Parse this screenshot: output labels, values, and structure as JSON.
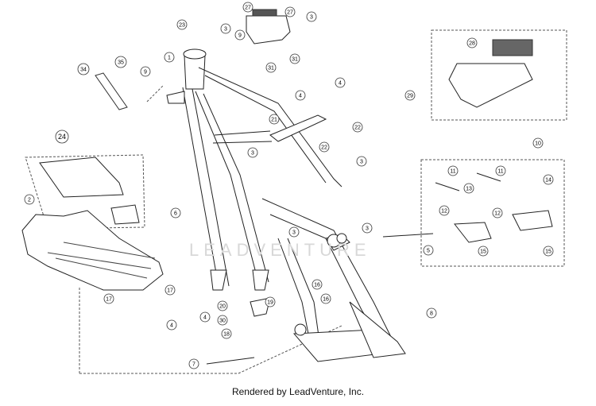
{
  "callouts": [
    {
      "id": "c1",
      "label": "1"
    },
    {
      "id": "c2",
      "label": "2"
    },
    {
      "id": "c3a",
      "label": "3"
    },
    {
      "id": "c3b",
      "label": "3"
    },
    {
      "id": "c3c",
      "label": "3"
    },
    {
      "id": "c3d",
      "label": "3"
    },
    {
      "id": "c3e",
      "label": "3"
    },
    {
      "id": "c3f",
      "label": "3"
    },
    {
      "id": "c4a",
      "label": "4"
    },
    {
      "id": "c4b",
      "label": "4"
    },
    {
      "id": "c4c",
      "label": "4"
    },
    {
      "id": "c4d",
      "label": "4"
    },
    {
      "id": "c5",
      "label": "5"
    },
    {
      "id": "c6",
      "label": "6"
    },
    {
      "id": "c7",
      "label": "7"
    },
    {
      "id": "c8",
      "label": "8"
    },
    {
      "id": "c9a",
      "label": "9"
    },
    {
      "id": "c9b",
      "label": "9"
    },
    {
      "id": "c10",
      "label": "10"
    },
    {
      "id": "c11a",
      "label": "11"
    },
    {
      "id": "c11b",
      "label": "11"
    },
    {
      "id": "c12a",
      "label": "12"
    },
    {
      "id": "c12b",
      "label": "12"
    },
    {
      "id": "c13",
      "label": "13"
    },
    {
      "id": "c14",
      "label": "14"
    },
    {
      "id": "c15a",
      "label": "15"
    },
    {
      "id": "c15b",
      "label": "15"
    },
    {
      "id": "c16a",
      "label": "16"
    },
    {
      "id": "c16b",
      "label": "16"
    },
    {
      "id": "c17a",
      "label": "17"
    },
    {
      "id": "c17b",
      "label": "17"
    },
    {
      "id": "c18",
      "label": "18"
    },
    {
      "id": "c19",
      "label": "19"
    },
    {
      "id": "c20",
      "label": "20"
    },
    {
      "id": "c21",
      "label": "21"
    },
    {
      "id": "c22a",
      "label": "22"
    },
    {
      "id": "c22b",
      "label": "22"
    },
    {
      "id": "c23",
      "label": "23"
    },
    {
      "id": "c24",
      "label": "24"
    },
    {
      "id": "c27a",
      "label": "27"
    },
    {
      "id": "c27b",
      "label": "27"
    },
    {
      "id": "c28",
      "label": "28"
    },
    {
      "id": "c29",
      "label": "29"
    },
    {
      "id": "c30",
      "label": "30"
    },
    {
      "id": "c31a",
      "label": "31"
    },
    {
      "id": "c31b",
      "label": "31"
    },
    {
      "id": "c34",
      "label": "34"
    },
    {
      "id": "c35",
      "label": "35"
    }
  ],
  "watermark": "LEADVENTURE",
  "footer": "Rendered by LeadVenture, Inc.",
  "colors": {
    "line": "#333333",
    "callout_fill": "#ffffff",
    "watermark": "#d8d8d8"
  }
}
